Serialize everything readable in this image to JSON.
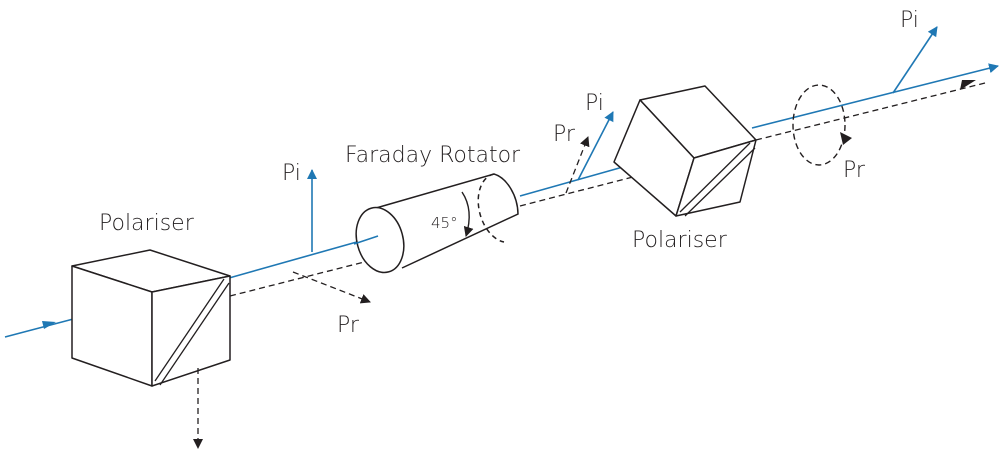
{
  "labels": {
    "polariser_left": "Polariser",
    "polariser_right": "Polariser",
    "faraday_rotator": "Faraday Rotator",
    "angle": "45°",
    "pi_left": "Pi",
    "pr_left": "Pr",
    "pi_middle": "Pi",
    "pr_middle": "Pr",
    "pi_right": "Pi",
    "pr_right": "Pr"
  },
  "colors": {
    "forward_beam": "#1f78b4",
    "lines": "#231f20"
  }
}
